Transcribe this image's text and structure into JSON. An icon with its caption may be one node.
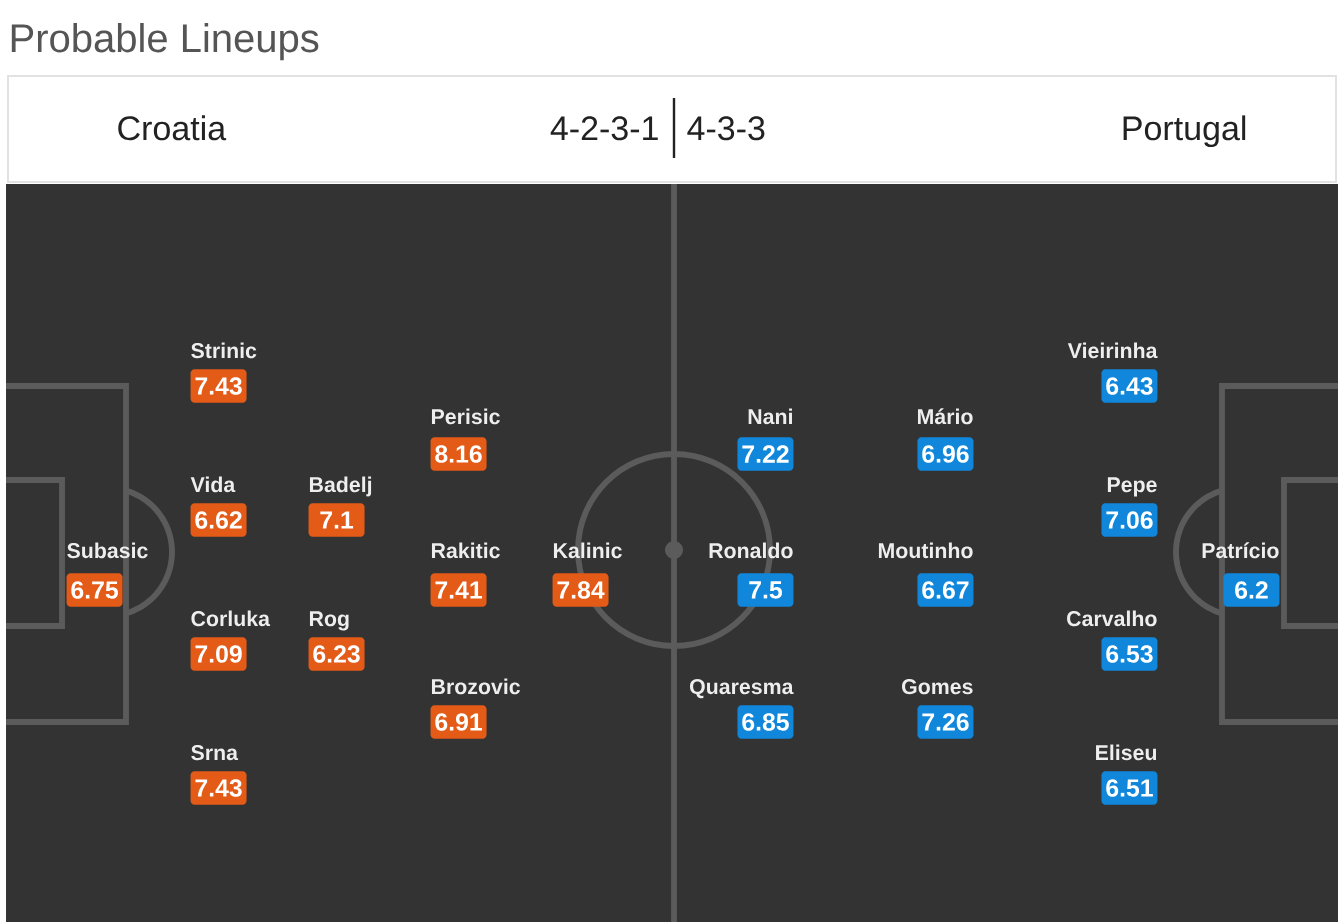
{
  "diagram": {
    "title": "Probable Lineups",
    "nodes": [
      {
        "text": [
          "Subasic",
          "6.75"
        ]
      },
      {
        "text": [
          "Strinic",
          "7.43"
        ]
      },
      {
        "text": [
          "Vida",
          "6.62"
        ]
      },
      {
        "text": [
          "Corluka",
          "7.09"
        ]
      },
      {
        "text": [
          "Srna",
          "7.43"
        ]
      },
      {
        "text": [
          "Badelj",
          "7.1"
        ]
      },
      {
        "text": [
          "Rog",
          "6.23"
        ]
      },
      {
        "text": [
          "Perisic",
          "8.16"
        ]
      },
      {
        "text": [
          "Rakitic",
          "7.41"
        ]
      },
      {
        "text": [
          "Brozovic",
          "6.91"
        ]
      },
      {
        "text": [
          "Kalinic",
          "7.84"
        ]
      },
      {
        "text": [
          "Nani",
          "7.22"
        ]
      },
      {
        "text": [
          "Ronaldo",
          "7.5"
        ]
      },
      {
        "text": [
          "Quaresma",
          "6.85"
        ]
      },
      {
        "text": [
          "Mário",
          "6.96"
        ]
      },
      {
        "text": [
          "Moutinho",
          "6.67"
        ]
      },
      {
        "text": [
          "Gomes",
          "7.26"
        ]
      },
      {
        "text": [
          "Vieirinha",
          "6.43"
        ]
      },
      {
        "text": [
          "Pepe",
          "7.06"
        ]
      },
      {
        "text": [
          "Carvalho",
          "6.53"
        ]
      },
      {
        "text": [
          "Eliseu",
          "6.51"
        ]
      },
      {
        "text": [
          "Patrício",
          "6.2"
        ]
      }
    ],
    "labels": [
      "Croatia",
      "4-2-3-1",
      "4-3-3",
      "Portugal"
    ]
  }
}
